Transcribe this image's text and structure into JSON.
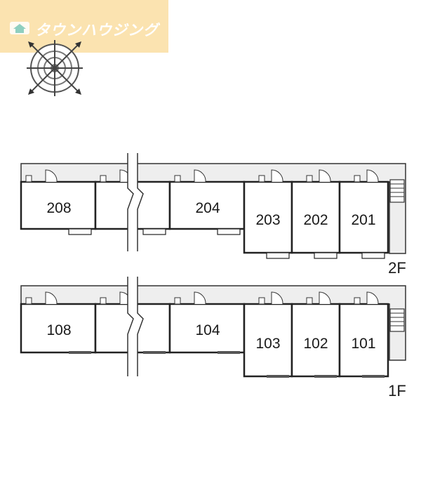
{
  "logo": {
    "text": "タウンハウジング"
  },
  "floors": [
    {
      "label": "2F",
      "units": [
        "208",
        "204",
        "203",
        "202",
        "201"
      ]
    },
    {
      "label": "1F",
      "units": [
        "108",
        "104",
        "103",
        "102",
        "101"
      ]
    }
  ]
}
